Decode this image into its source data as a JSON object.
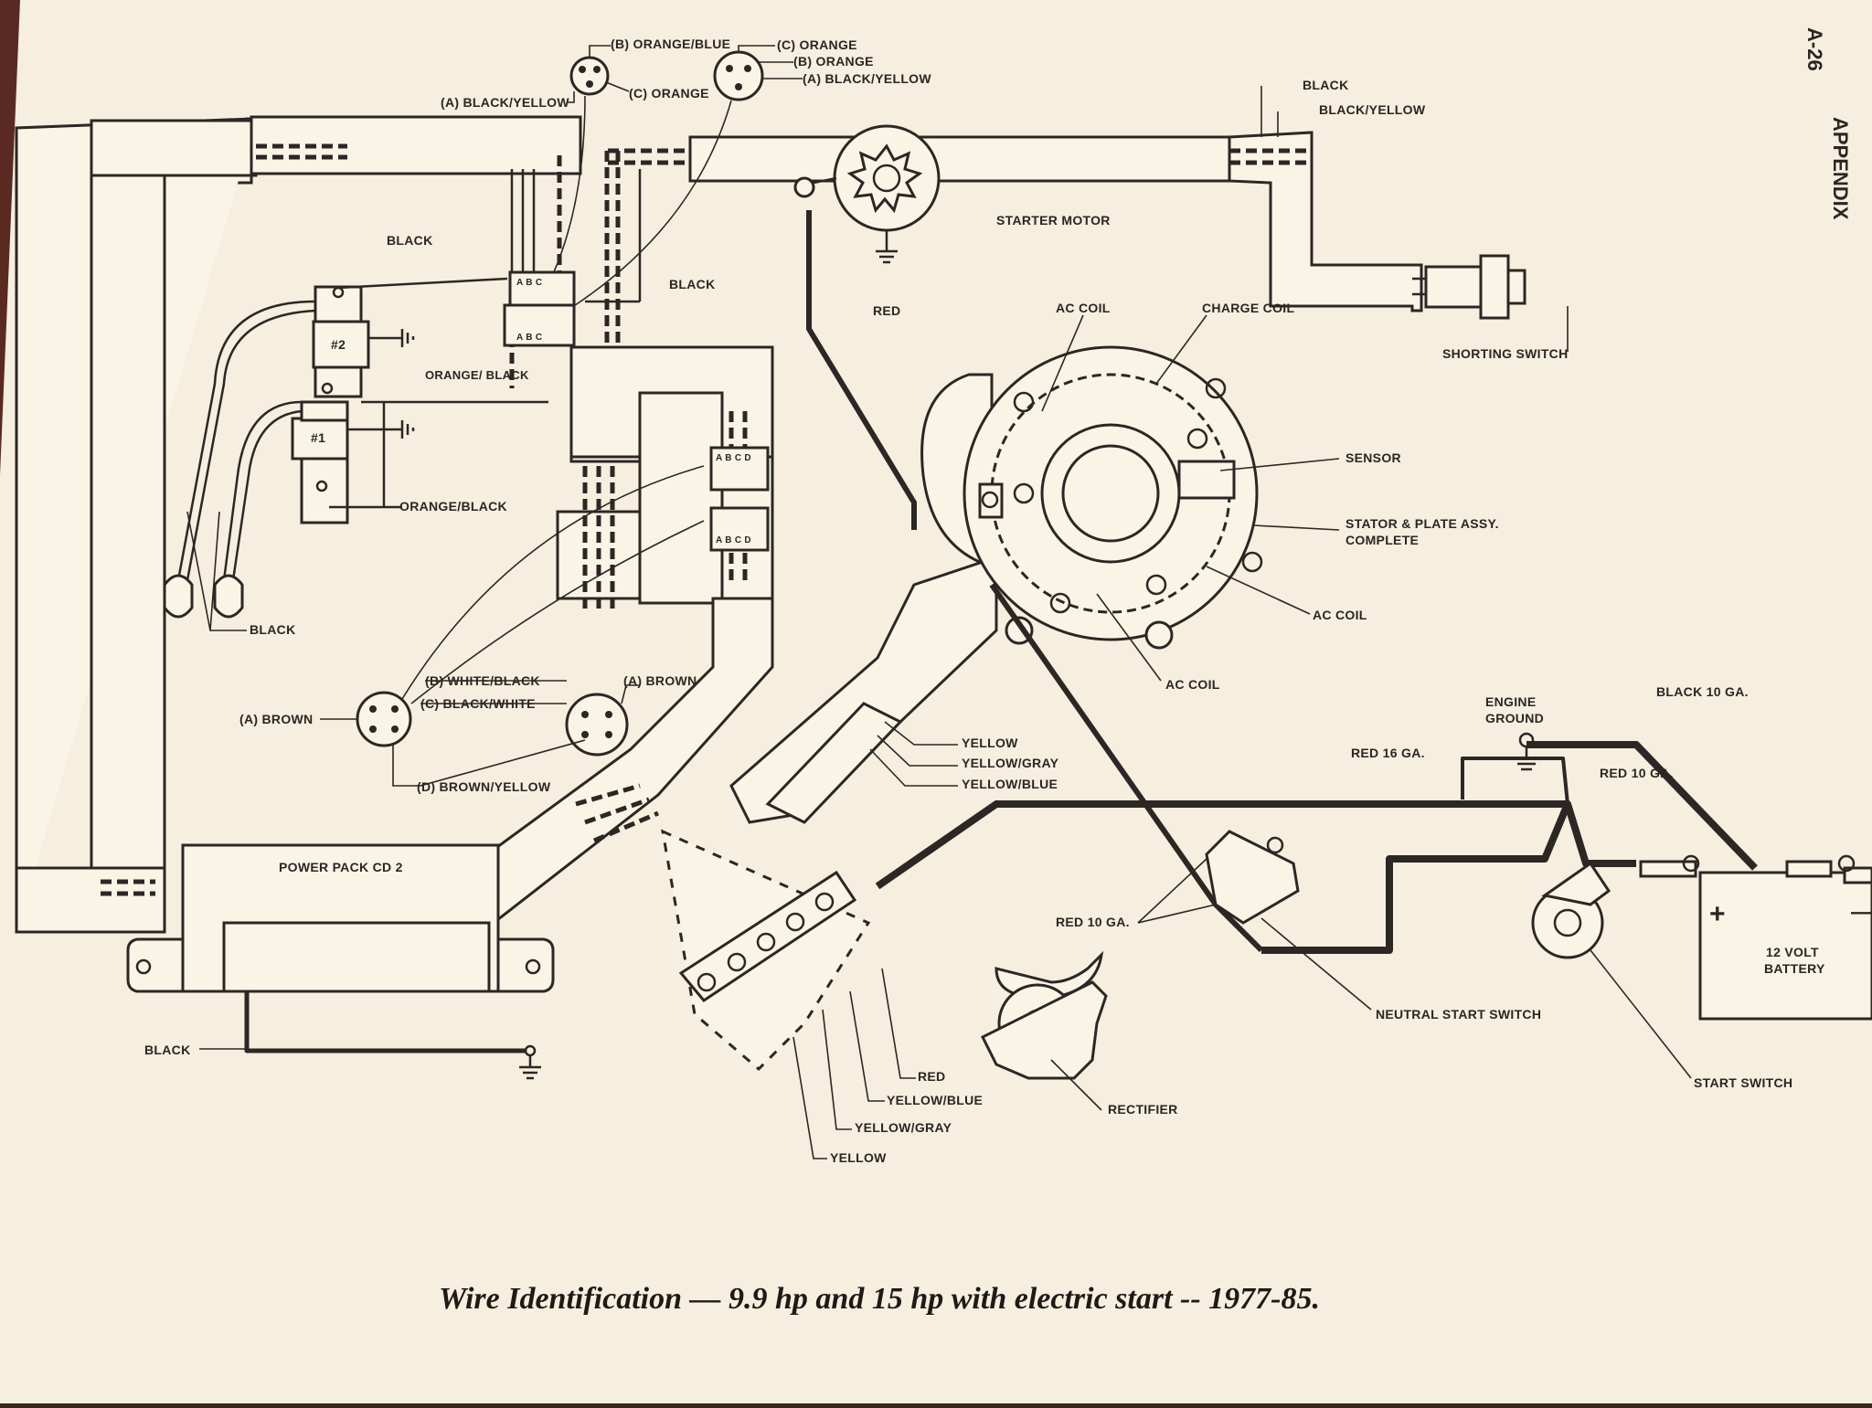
{
  "page": {
    "section": "APPENDIX",
    "page_number": "A-26",
    "caption": "Wire Identification — 9.9 hp and 15 hp with electric start -- 1977-85."
  },
  "labels": {
    "top_conn_left_b": "(B) ORANGE/BLUE",
    "top_conn_left_c": "(C) ORANGE",
    "top_conn_left_a": "(A) BLACK/YELLOW",
    "top_conn_right_c": "(C) ORANGE",
    "top_conn_right_b": "(B) ORANGE",
    "top_conn_right_a": "(A) BLACK/YELLOW",
    "black_top_right": "BLACK",
    "black_yellow_top_right": "BLACK/YELLOW",
    "black_upper_left": "BLACK",
    "black_mid": "BLACK",
    "starter_motor": "STARTER MOTOR",
    "red_upper": "RED",
    "ac_coil_top": "AC COIL",
    "charge_coil": "CHARGE COIL",
    "shorting_switch": "SHORTING SWITCH",
    "coil_2": "#2",
    "coil_1": "#1",
    "orange_black_1": "ORANGE/ BLACK",
    "orange_black_2": "ORANGE/BLACK",
    "sensor": "SENSOR",
    "stator_1": "STATOR & PLATE ASSY.",
    "stator_2": "COMPLETE",
    "ac_coil_right": "AC COIL",
    "ac_coil_bottom": "AC COIL",
    "black_left_coils": "BLACK",
    "b_white_black": "(B) WHITE/BLACK",
    "a_brown_right": "(A) BROWN",
    "c_black_white": "(C) BLACK/WHITE",
    "a_brown_left": "(A) BROWN",
    "d_brown_yellow": "(D) BROWN/YELLOW",
    "yellow_mid": "YELLOW",
    "yellow_gray_mid": "YELLOW/GRAY",
    "yellow_blue_mid": "YELLOW/BLUE",
    "engine_ground_1": "ENGINE",
    "engine_ground_2": "GROUND",
    "black_10ga": "BLACK 10 GA.",
    "red_16ga": "RED 16 GA.",
    "red_10ga_right": "RED 10 GA.",
    "power_pack": "POWER PACK CD 2",
    "red_10ga_mid": "RED 10 GA.",
    "battery_1": "12 VOLT",
    "battery_2": "BATTERY",
    "neutral_start_switch": "NEUTRAL START SWITCH",
    "start_switch": "START SWITCH",
    "black_bottom": "BLACK",
    "red_bottom": "RED",
    "yellow_blue_bottom": "YELLOW/BLUE",
    "yellow_gray_bottom": "YELLOW/GRAY",
    "yellow_bottom": "YELLOW",
    "rectifier": "RECTIFIER",
    "connector_abc": "A B C",
    "connector_abcd": "A B C D",
    "plus": "+",
    "minus": "—"
  },
  "colors": {
    "paper": "#f6eedf",
    "ink": "#2b2724",
    "background": "#3a2418"
  }
}
